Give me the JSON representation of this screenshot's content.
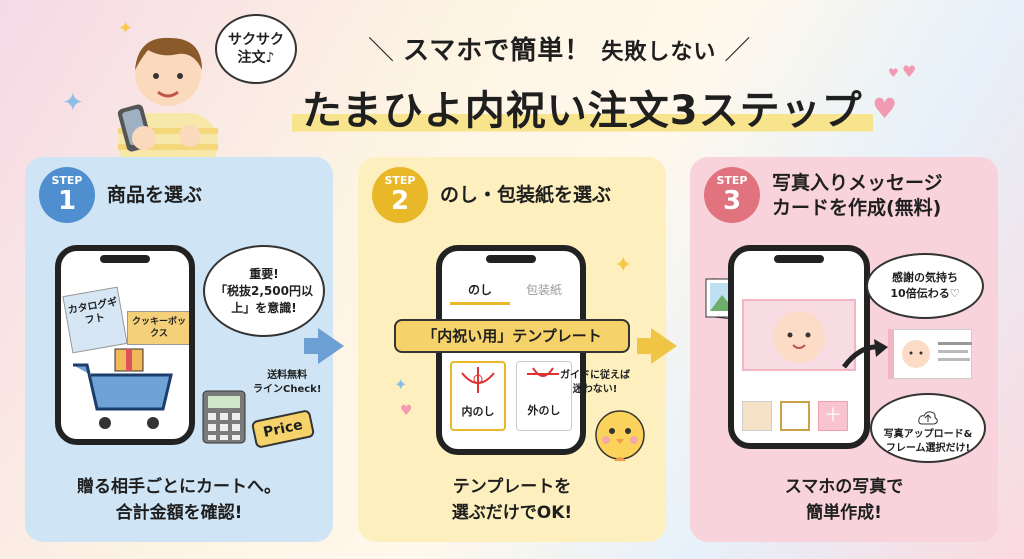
{
  "header": {
    "bubble_line1": "サクサク",
    "bubble_line2": "注文♪",
    "title_line1_main": "スマホで簡単！",
    "title_line1_sub": "失敗しない",
    "title_line2": "たまひよ内祝い注文3ステップ"
  },
  "steps": [
    {
      "label": "STEP",
      "number": "1",
      "title": "商品を選ぶ",
      "note_lines": [
        "重要!",
        "「税抜2,500円以",
        "上」を意識!"
      ],
      "card1": "カタログギフト",
      "card2": "クッキーボックス",
      "shipping_lines": [
        "送料無料",
        "ラインCheck!"
      ],
      "price_tag": "Price",
      "footer_lines": [
        "贈る相手ごとにカートへ。",
        "合計金額を確認!"
      ]
    },
    {
      "label": "STEP",
      "number": "2",
      "title": "のし・包装紙を選ぶ",
      "tab_noshi": "のし",
      "tab_wrap": "包装紙",
      "template_label": "「内祝い用」テンプレート",
      "option1": "内のし",
      "option2": "外のし",
      "guide_lines": [
        "ガイドに従えば",
        "迷わない!"
      ],
      "footer_lines": [
        "テンプレートを",
        "選ぶだけでOK!"
      ]
    },
    {
      "label": "STEP",
      "number": "3",
      "title_lines": [
        "写真入りメッセージ",
        "カードを作成(無料)"
      ],
      "note_lines": [
        "感謝の気持ち",
        "10倍伝わる♡"
      ],
      "upload_lines": [
        "写真アップロード&",
        "フレーム選択だけ!"
      ],
      "footer_lines": [
        "スマホの写真で",
        "簡単作成!"
      ]
    }
  ],
  "colors": {
    "step1": "#4f8fcf",
    "step2": "#e8b829",
    "step3": "#e0737e",
    "highlight": "#f8e48c"
  }
}
